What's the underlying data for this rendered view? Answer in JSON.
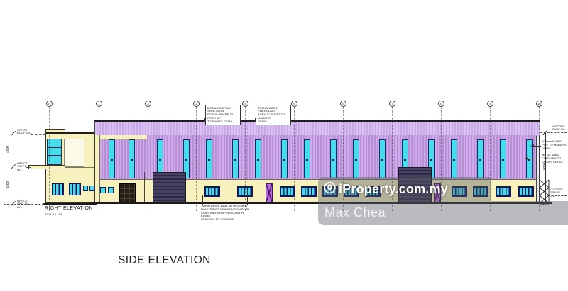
{
  "drawing": {
    "side_title": "SIDE ELEVATION",
    "right_title": "RIGHT ELEVATION",
    "right_scale": "SCALE 1:100"
  },
  "watermark": {
    "brand": "iProperty.com.my",
    "agent": "Max Chea"
  },
  "icons": {
    "location_pin": "location-pin-icon"
  },
  "grid_bubbles": [
    "A",
    "1",
    "2",
    "3",
    "4",
    "5",
    "6",
    "7",
    "8",
    "9",
    "10"
  ],
  "annotations": {
    "roofing": "METAL ROOFING SHEETS ON\nPORTAL FRAME AT PITCH 12°\nTO ENGR'S DETAIL",
    "fiberglass": "TRANSPARENT FIBERGLASS\nACRYLIC SHEET TO MANUF'S\nDETAIL",
    "brick": "115mm BRICK WALL WITH CEMENT\nPLASTERING & PAINTING ON BOTH\nSIDES AND REINFORCED WITH EXMET\nAT EVERY 4TH COURSE",
    "upvc": "100mmØ UPVC\nPIPE TO MANUF'S\nDETAIL",
    "cladding": "METAL WALL\nCLADDING TO\nENGR'S DETAIL"
  },
  "levels": {
    "office_roof": "OFFICE\nROOF LVL.",
    "office_first": "OFFICE\n1ST FL. LVL.",
    "office_ground": "OFFICE\nGRD. FL. LVL.",
    "factory_roof": "FACTORY\nROOF LVL.",
    "factory_ground": "FACTORY\nGRD. FL. LVL."
  },
  "dimensions": {
    "office_upper": "4500",
    "office_lower": "4500",
    "factory_height": "9000"
  },
  "colors": {
    "cladding_purple": "#b78fd6",
    "fascia_purple": "#dcc2f2",
    "wall_yellow": "#f6f1bd",
    "window_cyan": "#45dcec",
    "frame_navy": "#16165c",
    "overlay_gray": "rgba(88,92,100,0.42)",
    "watermark_text": "#ffffff"
  }
}
